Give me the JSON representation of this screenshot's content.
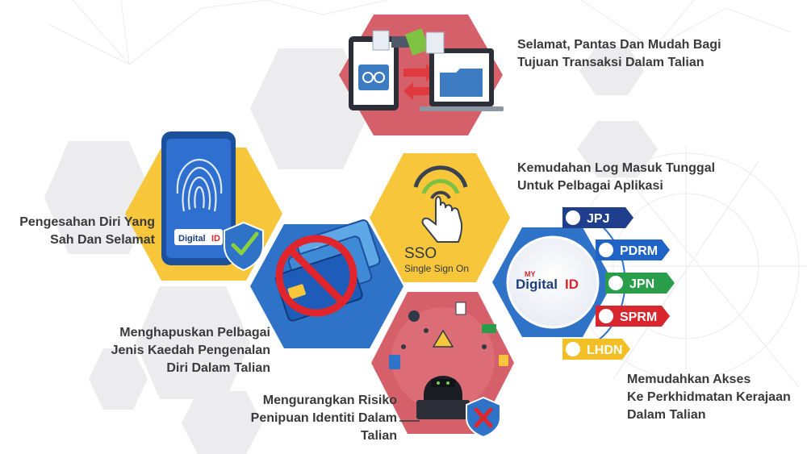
{
  "captions": {
    "secure_transactions": [
      "Selamat, Pantas Dan Mudah Bagi",
      "Tujuan Transaksi Dalam Talian"
    ],
    "single_sign_on": [
      "Kemudahan Log Masuk Tunggal",
      "Untuk Pelbagai Aplikasi"
    ],
    "identity_verification": [
      "Pengesahan Diri Yang",
      "Sah Dan Selamat"
    ],
    "remove_id_methods": [
      "Menghapuskan Pelbagai",
      "Jenis Kaedah Pengenalan",
      "Diri Dalam Talian"
    ],
    "reduce_fraud": [
      "Mengurangkan Risiko",
      "Penipuan Identiti Dalam",
      "Talian"
    ],
    "gov_services": [
      "Memudahkan Akses",
      "Ke Perkhidmatan Kerajaan",
      "Dalam Talian"
    ]
  },
  "sso": {
    "title": "SSO",
    "subtitle": "Single Sign On"
  },
  "brand": {
    "prefix": "MY",
    "name": "Digital",
    "suffix": "ID"
  },
  "agencies": [
    {
      "label": "JPJ",
      "color": "#1f3e8c",
      "icon": "car-icon"
    },
    {
      "label": "PDRM",
      "color": "#1f63c7",
      "icon": "police-icon"
    },
    {
      "label": "JPN",
      "color": "#2a9d4b",
      "icon": "id-card-icon"
    },
    {
      "label": "SPRM",
      "color": "#d8262e",
      "icon": "badge-icon"
    },
    {
      "label": "LHDN",
      "color": "#f2c026",
      "icon": "chart-icon"
    }
  ],
  "colors": {
    "red_hex": "#d6606a",
    "yellow_hex": "#f7c63a",
    "blue_hex": "#2f73c9",
    "grey_hex": "#e9e9ec"
  }
}
